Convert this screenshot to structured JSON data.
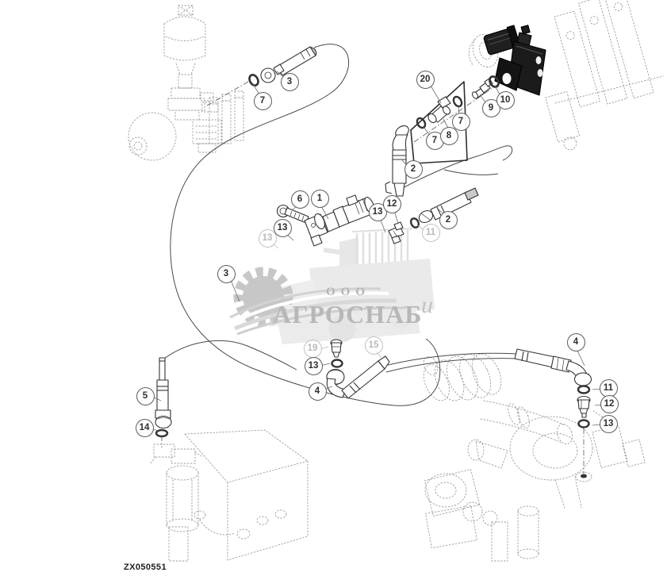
{
  "diagram": {
    "type": "parts-exploded-diagram",
    "figure_code": "ZX050551",
    "watermark": {
      "ooo": "ООО",
      "name": "АГРОСНАБ",
      "suffix": "и"
    },
    "callouts": [
      {
        "label": "3"
      },
      {
        "label": "7"
      },
      {
        "label": "20"
      },
      {
        "label": "7"
      },
      {
        "label": "8"
      },
      {
        "label": "7"
      },
      {
        "label": "9"
      },
      {
        "label": "10"
      },
      {
        "label": "2"
      },
      {
        "label": "6"
      },
      {
        "label": "1"
      },
      {
        "label": "13"
      },
      {
        "label": "13"
      },
      {
        "label": "13"
      },
      {
        "label": "12"
      },
      {
        "label": "11"
      },
      {
        "label": "2"
      },
      {
        "label": "3"
      },
      {
        "label": "19"
      },
      {
        "label": "13"
      },
      {
        "label": "4"
      },
      {
        "label": "15"
      },
      {
        "label": "5"
      },
      {
        "label": "14"
      },
      {
        "label": "4"
      },
      {
        "label": "11"
      },
      {
        "label": "12"
      },
      {
        "label": "13"
      }
    ],
    "colors": {
      "line": "#3a3a3a",
      "phantom": "#9b9b9b",
      "solenoid": "#1b1b1b",
      "watermark_gray": "#bcbcbc"
    }
  }
}
